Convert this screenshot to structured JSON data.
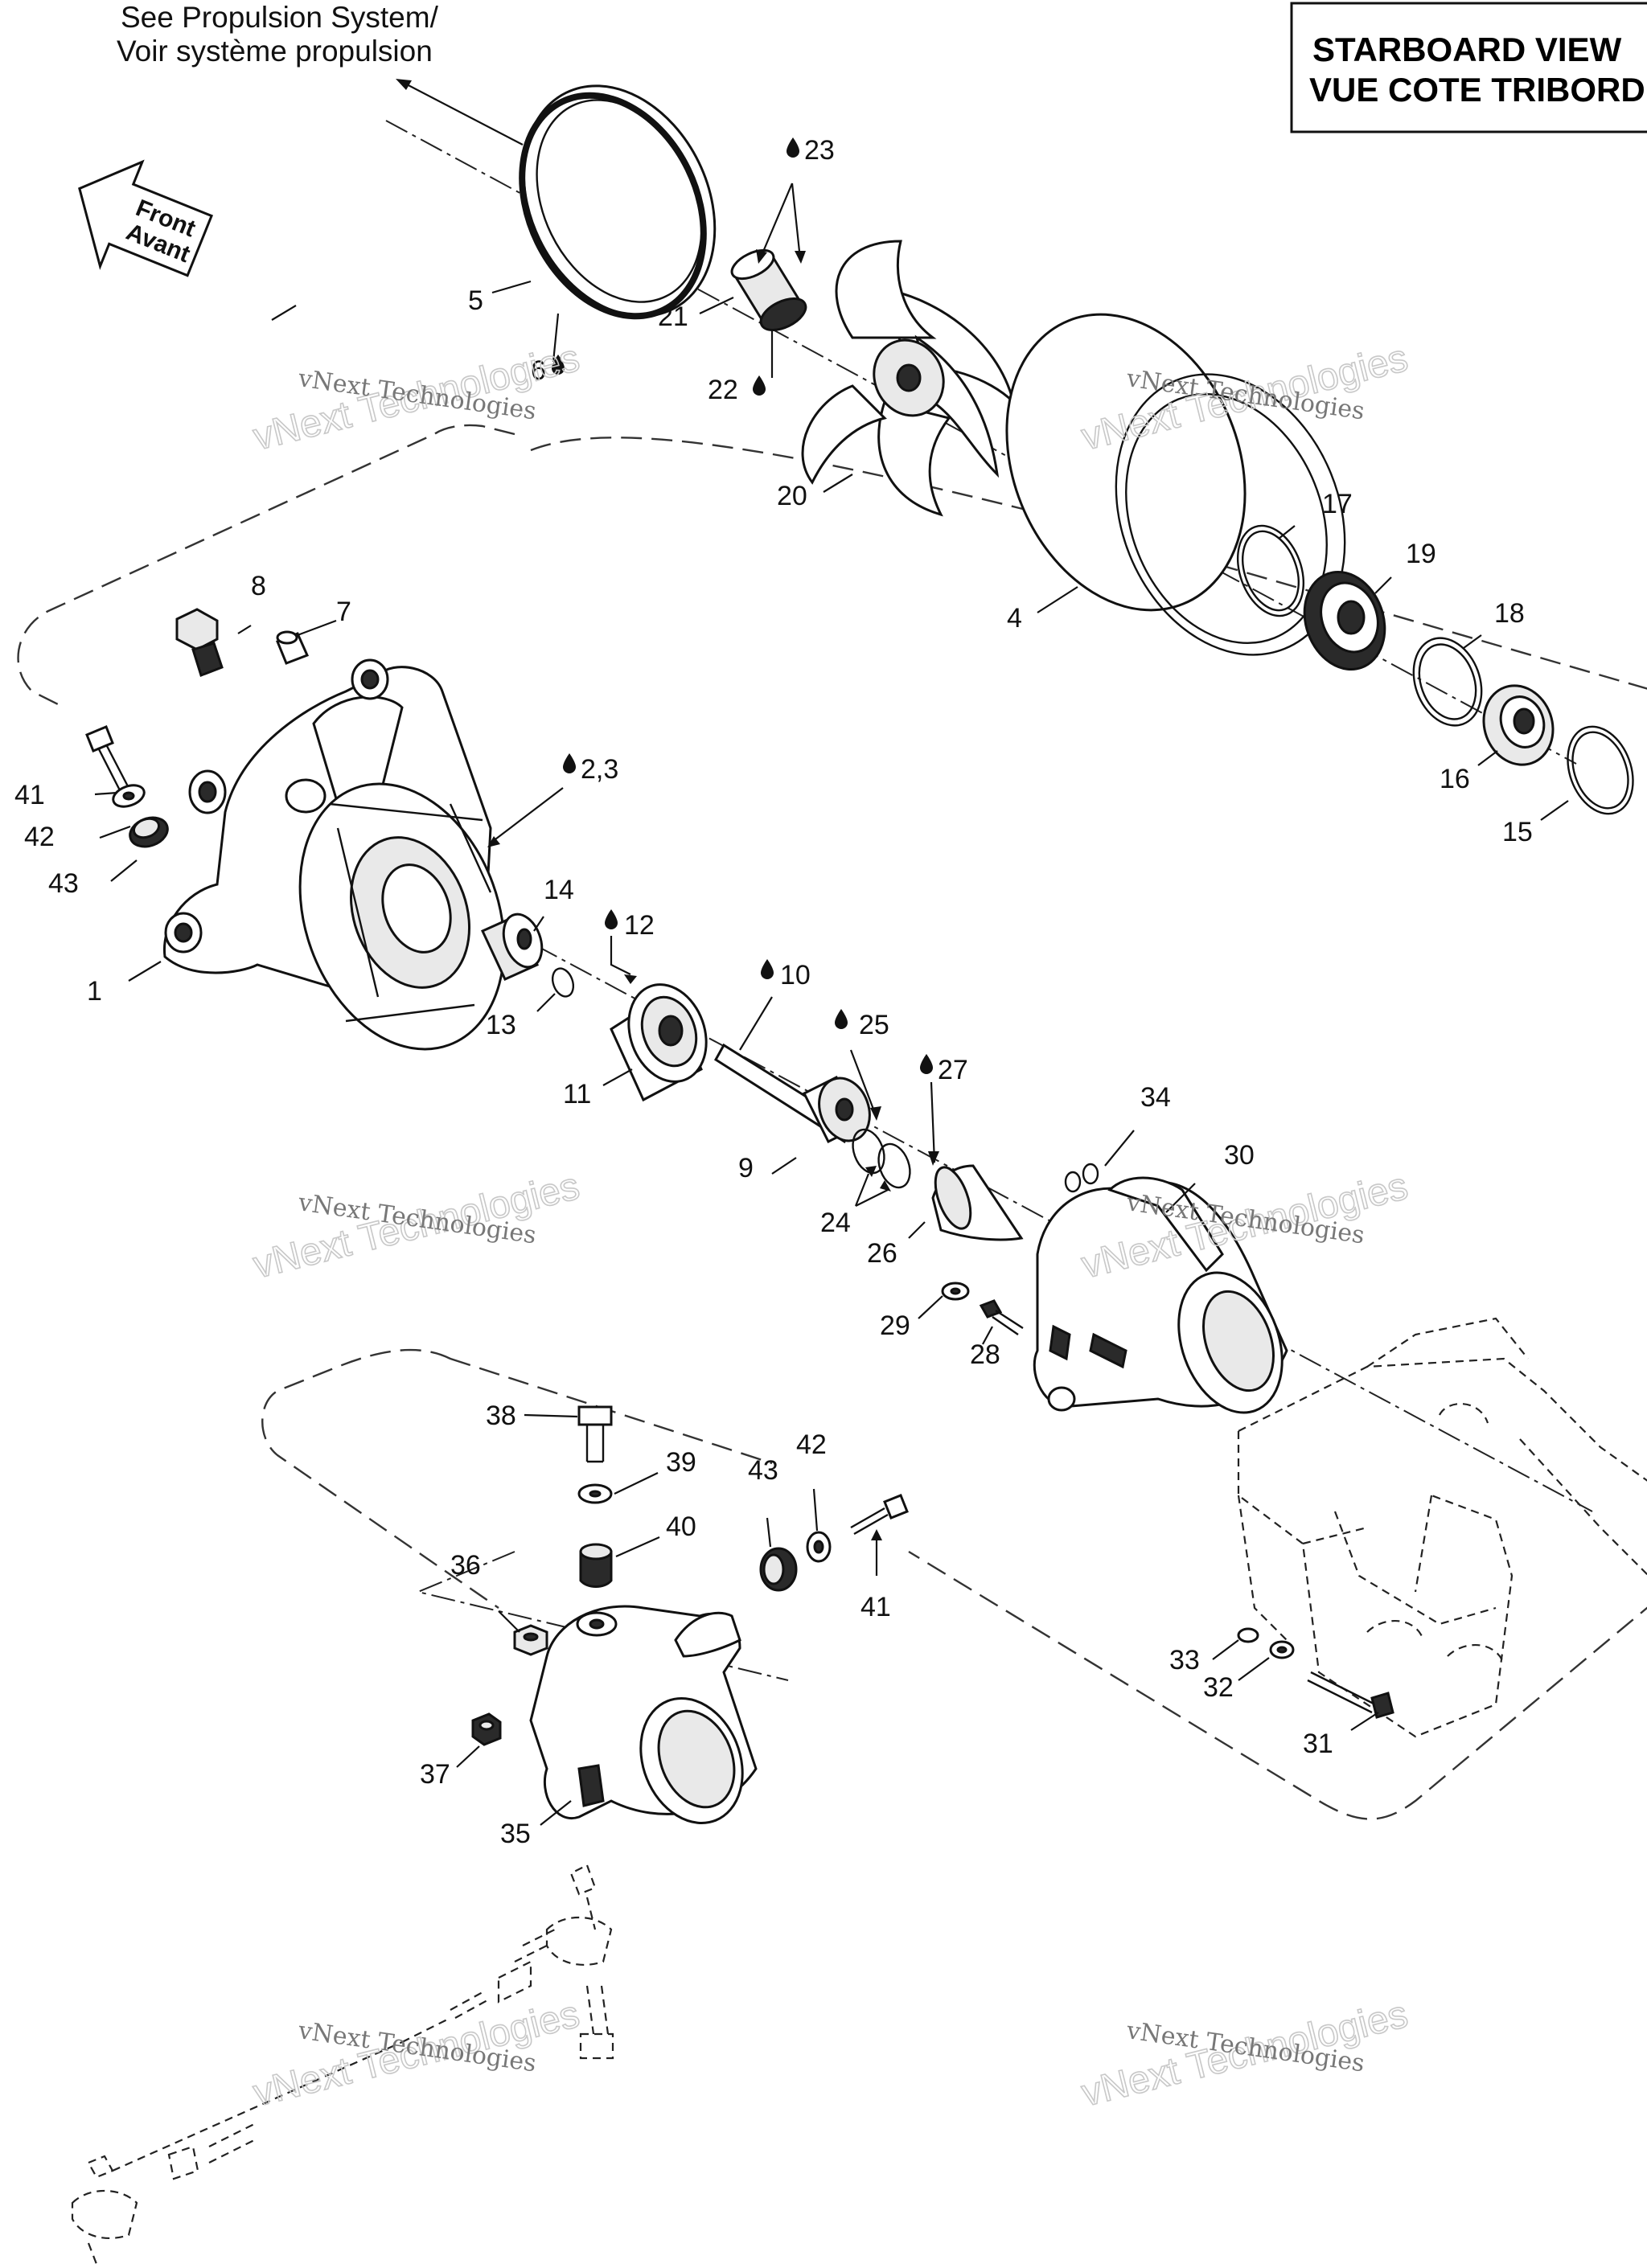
{
  "view_title": {
    "line1": "STARBOARD VIEW",
    "line2": "VUE COTE TRIBORD"
  },
  "reference_note": {
    "line1": "See Propulsion System/",
    "line2": "Voir système propulsion"
  },
  "front_badge": {
    "line1": "Front",
    "line2": "Avant"
  },
  "watermark": {
    "line1": "vNext Technologies",
    "logo_text": "vNext Technologies"
  },
  "callouts": {
    "c1": "1",
    "c23": "2,3",
    "c4": "4",
    "c5": "5",
    "c6": "6",
    "c7": "7",
    "c8": "8",
    "c9": "9",
    "c10": "10",
    "c11": "11",
    "c12": "12",
    "c13": "13",
    "c14": "14",
    "c15": "15",
    "c16": "16",
    "c17": "17",
    "c18": "18",
    "c19": "19",
    "c20": "20",
    "c21": "21",
    "c22": "22",
    "c23b": "23",
    "c24": "24",
    "c25": "25",
    "c26": "26",
    "c27": "27",
    "c28": "28",
    "c29": "29",
    "c30": "30",
    "c31": "31",
    "c32": "32",
    "c33": "33",
    "c34": "34",
    "c35": "35",
    "c36": "36",
    "c37": "37",
    "c38": "38",
    "c39": "39",
    "c40": "40",
    "c41a": "41",
    "c42a": "42",
    "c43a": "43",
    "c41b": "41",
    "c42b": "42",
    "c43b": "43"
  },
  "icons": {
    "lubricant": "oil-drop-icon",
    "direction": "front-arrow-icon"
  }
}
